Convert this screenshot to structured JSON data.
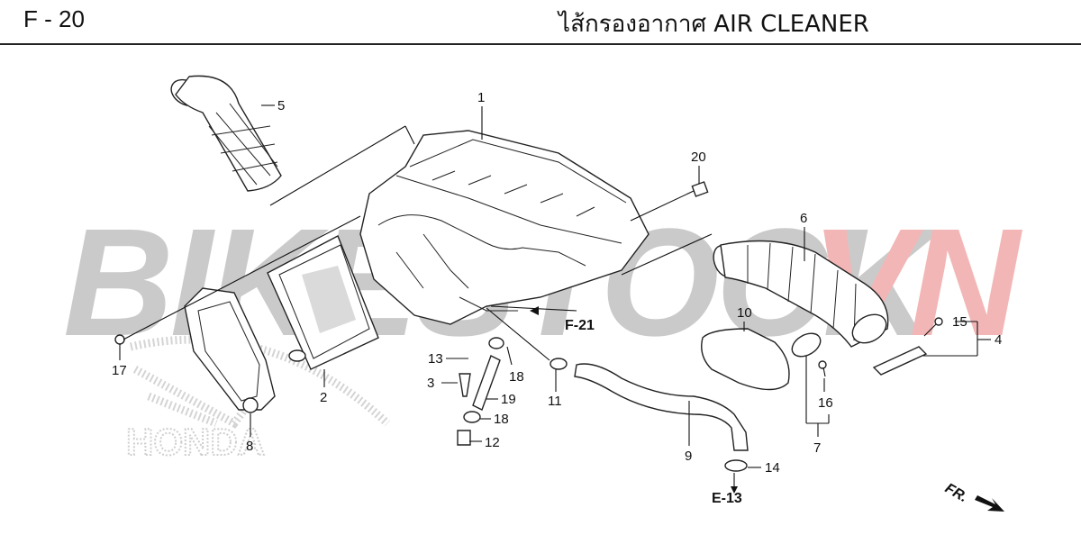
{
  "header": {
    "code": "F - 20",
    "title": "ไส้กรองอากาศ  AIR CLEANER"
  },
  "watermark": {
    "text_gray": "BIKESTOCK",
    "text_red": "VN",
    "brand": "HONDA"
  },
  "part_labels": {
    "p1": "1",
    "p2": "2",
    "p3": "3",
    "p4": "4",
    "p5": "5",
    "p6": "6",
    "p7": "7",
    "p8": "8",
    "p9": "9",
    "p10": "10",
    "p11": "11",
    "p12": "12",
    "p13": "13",
    "p14": "14",
    "p15": "15",
    "p16": "16",
    "p17": "17",
    "p18a": "18",
    "p18b": "18",
    "p19": "19",
    "p20": "20"
  },
  "references": {
    "f21": "F-21",
    "e13": "E-13",
    "fr": "FR."
  },
  "colors": {
    "watermark_gray": "#c8c8c8",
    "watermark_red": "#f3b3b3",
    "line": "#111111"
  }
}
